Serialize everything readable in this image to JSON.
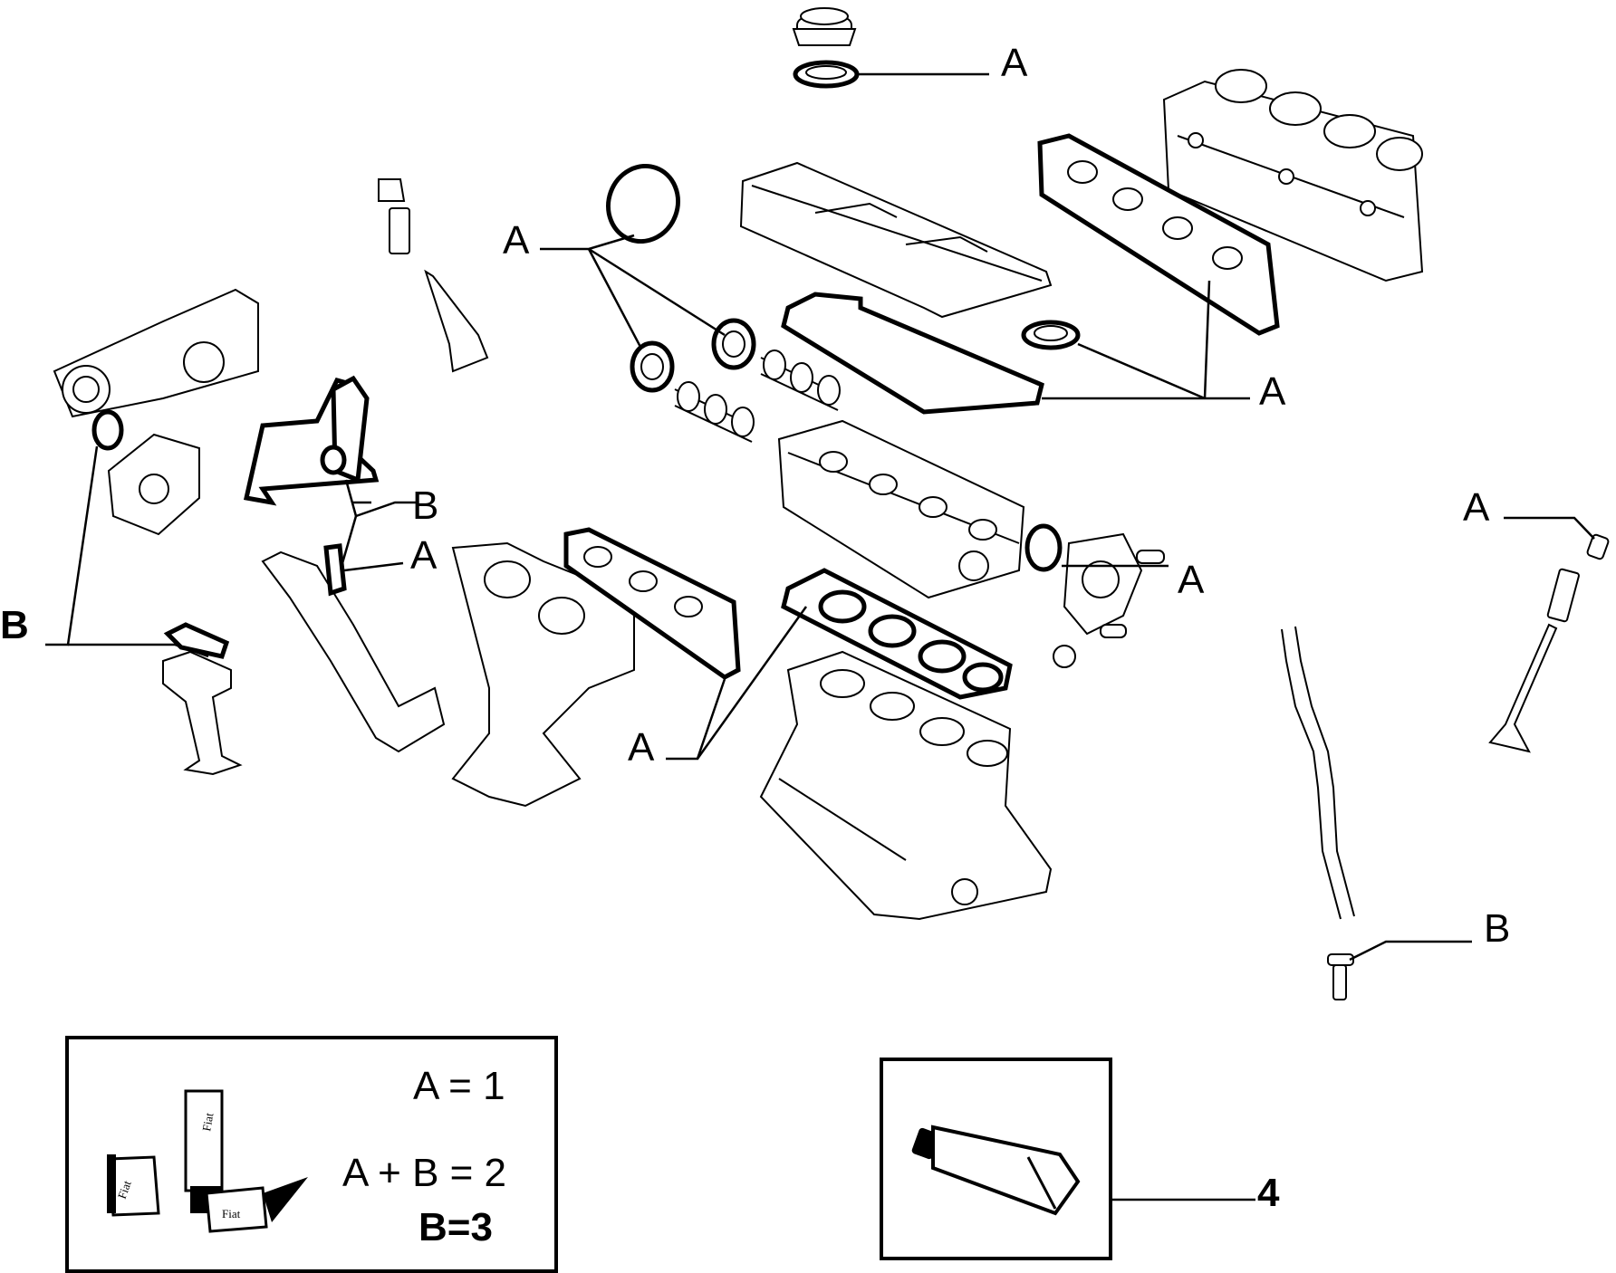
{
  "callouts": {
    "a": "A",
    "b": "B",
    "four": "4"
  },
  "legend": {
    "line1": "A = 1",
    "line2": "A + B = 2",
    "line3": "B=3"
  },
  "brand_marks": [
    "Fiat",
    "Fiat",
    "Fiat"
  ],
  "icons": {
    "sealant_kit": "sealant-kit-icon",
    "sealant_tube": "sealant-tube-icon"
  }
}
